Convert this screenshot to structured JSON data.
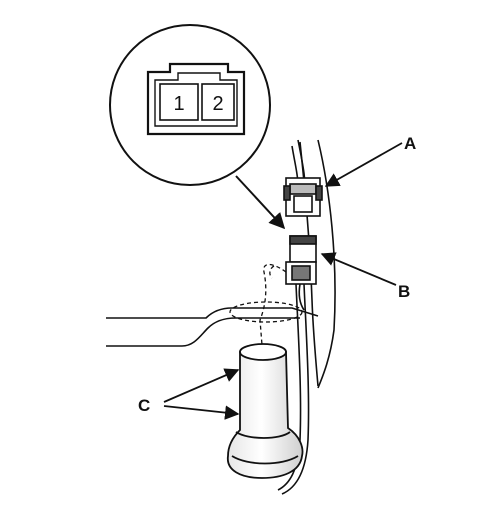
{
  "callouts": {
    "a": "A",
    "b": "B",
    "c": "C"
  },
  "connector_detail": {
    "pin_1": "1",
    "pin_2": "2"
  },
  "colors": {
    "ink": "#111111",
    "background": "#ffffff"
  }
}
